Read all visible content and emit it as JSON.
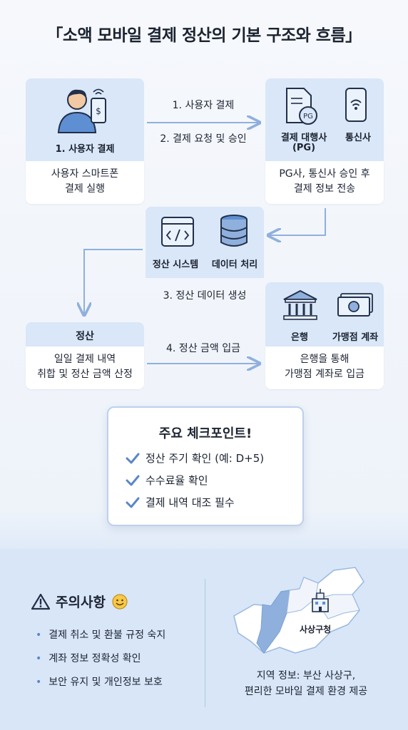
{
  "title": "「소액 모바일 결제 정산의 기본 구조와 흐름」",
  "nodes": {
    "user": {
      "label": "1. 사용자 결제",
      "desc": [
        "사용자 스마트폰",
        "결제 실행"
      ]
    },
    "pg_telecom": {
      "pg_label": "결제 대행사",
      "pg_label2": "(PG)",
      "pg_badge": "PG",
      "telecom_label": "통신사",
      "desc": [
        "PG사, 통신사 승인 후",
        "결제 정보 전송"
      ]
    },
    "system": {
      "system_label": "정산 시스템",
      "data_label": "데이터 처리",
      "step": "3. 정산 데이터 생성"
    },
    "settlement": {
      "label": "정산",
      "desc": [
        "일일 결제 내역",
        "취합 및 정산 금액 산정"
      ]
    },
    "bank": {
      "bank_label": "은행",
      "account_label": "가맹점 계좌",
      "desc": [
        "은행을 통해",
        "가맹점 계좌로 입금"
      ]
    }
  },
  "steps": {
    "s1": "1. 사용자 결제",
    "s2": "2. 결제 요청 및 승인",
    "s4": "4. 정산 금액 입금"
  },
  "checkpoints": {
    "title": "주요 체크포인트!",
    "items": [
      "정산 주기 확인 (예: D+5)",
      "수수료율 확인",
      "결제 내역 대조 필수"
    ]
  },
  "caution": {
    "title": "주의사항",
    "items": [
      "결제 취소 및 환불 규정 숙지",
      "계좌 정보 정확성 확인",
      "보안 유지 및 개인정보 보호"
    ]
  },
  "region": {
    "map_label": "사상구청",
    "text": [
      "지역 정보: 부산 사상구,",
      "편리한 모바일 결제 환경 제공"
    ]
  },
  "colors": {
    "accent": "#5a86c7",
    "node_fill": "#d9e7f8",
    "arrow": "#8fb0dc",
    "panel": "#d8e6f7"
  }
}
